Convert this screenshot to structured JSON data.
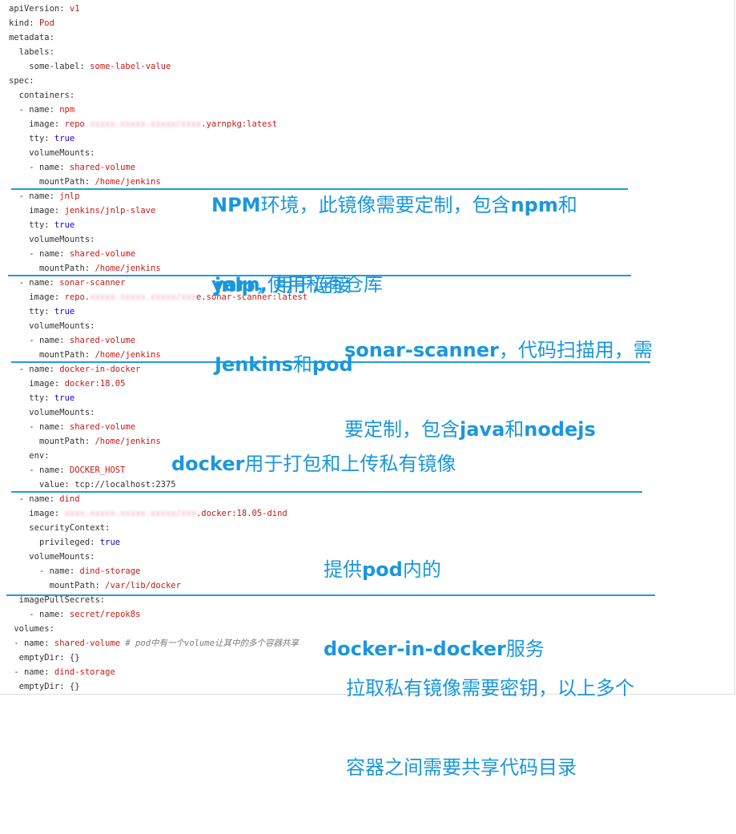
{
  "lines": [
    {
      "indent": 0,
      "dash": false,
      "key": "apiVersion:",
      "value": "v1",
      "vclass": "v"
    },
    {
      "indent": 0,
      "dash": false,
      "key": "kind:",
      "value": "Pod",
      "vclass": "v"
    },
    {
      "indent": 0,
      "dash": false,
      "key": "metadata:",
      "value": "",
      "vclass": "v"
    },
    {
      "indent": 1,
      "dash": false,
      "key": "labels:",
      "value": "",
      "vclass": "v"
    },
    {
      "indent": 2,
      "dash": false,
      "key": "some-label:",
      "value": "some-label-value",
      "vclass": "v"
    },
    {
      "indent": 0,
      "dash": false,
      "key": "spec:",
      "value": "",
      "vclass": "v"
    },
    {
      "indent": 1,
      "dash": false,
      "key": "containers:",
      "value": "",
      "vclass": "v"
    },
    {
      "indent": 1,
      "dash": true,
      "key": "name:",
      "value": "npm",
      "vclass": "v"
    },
    {
      "indent": 2,
      "dash": false,
      "key": "image:",
      "value": "",
      "vclass": "v",
      "prefix": "repo",
      "blur": ".xxxxx.xxxxx.xxxxx/xxxx",
      "suffix": ".yarnpkg:latest"
    },
    {
      "indent": 2,
      "dash": false,
      "key": "tty:",
      "value": "true",
      "vclass": "b"
    },
    {
      "indent": 2,
      "dash": false,
      "key": "volumeMounts:",
      "value": "",
      "vclass": "v"
    },
    {
      "indent": 2,
      "dash": true,
      "key": "name:",
      "value": "shared-volume",
      "vclass": "v"
    },
    {
      "indent": 3,
      "dash": false,
      "key": "mountPath:",
      "value": "/home/jenkins",
      "vclass": "v"
    },
    {
      "indent": 1,
      "dash": true,
      "key": "name:",
      "value": "jnlp",
      "vclass": "v"
    },
    {
      "indent": 2,
      "dash": false,
      "key": "image:",
      "value": "jenkins/jnlp-slave",
      "vclass": "v"
    },
    {
      "indent": 2,
      "dash": false,
      "key": "tty:",
      "value": "true",
      "vclass": "b"
    },
    {
      "indent": 2,
      "dash": false,
      "key": "volumeMounts:",
      "value": "",
      "vclass": "v"
    },
    {
      "indent": 2,
      "dash": true,
      "key": "name:",
      "value": "shared-volume",
      "vclass": "v"
    },
    {
      "indent": 3,
      "dash": false,
      "key": "mountPath:",
      "value": "/home/jenkins",
      "vclass": "v"
    },
    {
      "indent": 1,
      "dash": true,
      "key": "name:",
      "value": "sonar-scanner",
      "vclass": "v"
    },
    {
      "indent": 2,
      "dash": false,
      "key": "image:",
      "value": "",
      "vclass": "v",
      "prefix": "repo.",
      "blur": "xxxxx.xxxxx.xxxxx/xxx",
      "suffix": "e.sonar-scanner:latest"
    },
    {
      "indent": 2,
      "dash": false,
      "key": "tty:",
      "value": "true",
      "vclass": "b"
    },
    {
      "indent": 2,
      "dash": false,
      "key": "volumeMounts:",
      "value": "",
      "vclass": "v"
    },
    {
      "indent": 2,
      "dash": true,
      "key": "name:",
      "value": "shared-volume",
      "vclass": "v"
    },
    {
      "indent": 3,
      "dash": false,
      "key": "mountPath:",
      "value": "/home/jenkins",
      "vclass": "v"
    },
    {
      "indent": 1,
      "dash": true,
      "key": "name:",
      "value": "docker-in-docker",
      "vclass": "v"
    },
    {
      "indent": 2,
      "dash": false,
      "key": "image:",
      "value": "docker:18.05",
      "vclass": "v"
    },
    {
      "indent": 2,
      "dash": false,
      "key": "tty:",
      "value": "true",
      "vclass": "b"
    },
    {
      "indent": 2,
      "dash": false,
      "key": "volumeMounts:",
      "value": "",
      "vclass": "v"
    },
    {
      "indent": 2,
      "dash": true,
      "key": "name:",
      "value": "shared-volume",
      "vclass": "v"
    },
    {
      "indent": 3,
      "dash": false,
      "key": "mountPath:",
      "value": "/home/jenkins",
      "vclass": "v"
    },
    {
      "indent": 2,
      "dash": false,
      "key": "env:",
      "value": "",
      "vclass": "v"
    },
    {
      "indent": 2,
      "dash": true,
      "key": "name:",
      "value": "DOCKER_HOST",
      "vclass": "v"
    },
    {
      "indent": 3,
      "dash": false,
      "key": "value:",
      "value": "tcp://localhost:2375",
      "vclass": "k"
    },
    {
      "indent": 1,
      "dash": true,
      "key": "name:",
      "value": "dind",
      "vclass": "v"
    },
    {
      "indent": 2,
      "dash": false,
      "key": "image:",
      "value": "",
      "vclass": "v",
      "prefix": "",
      "blur": "xxxx.xxxxx.xxxxx.xxxxx/xxx",
      "suffix": ".docker:18.05-dind"
    },
    {
      "indent": 2,
      "dash": false,
      "key": "securityContext:",
      "value": "",
      "vclass": "v"
    },
    {
      "indent": 3,
      "dash": false,
      "key": "privileged:",
      "value": "true",
      "vclass": "b"
    },
    {
      "indent": 2,
      "dash": false,
      "key": "volumeMounts:",
      "value": "",
      "vclass": "v"
    },
    {
      "indent": 3,
      "dash": true,
      "key": "name:",
      "value": "dind-storage",
      "vclass": "v"
    },
    {
      "indent": 4,
      "dash": false,
      "key": "mountPath:",
      "value": "/var/lib/docker",
      "vclass": "v"
    },
    {
      "indent": 1,
      "dash": false,
      "key": "imagePullSecrets:",
      "value": "",
      "vclass": "v"
    },
    {
      "indent": 2,
      "dash": true,
      "key": "name:",
      "value": "secret/repok8s",
      "vclass": "v"
    },
    {
      "indent": 0,
      "dash": false,
      "key": "volumes:",
      "value": "",
      "vclass": "v",
      "lead": " "
    },
    {
      "indent": 0,
      "dash": true,
      "key": "name:",
      "value": "shared-volume",
      "vclass": "v",
      "lead": " ",
      "comment": " # pod中有一个volume让其中的多个容器共享"
    },
    {
      "indent": 1,
      "dash": false,
      "key": "emptyDir:",
      "value": "{}",
      "vclass": "k"
    },
    {
      "indent": 0,
      "dash": true,
      "key": "name:",
      "value": "dind-storage",
      "vclass": "v",
      "lead": " "
    },
    {
      "indent": 1,
      "dash": false,
      "key": "emptyDir:",
      "value": "{}",
      "vclass": "k"
    }
  ],
  "notes": {
    "npm": {
      "line1_a": "NPM",
      "line1_b": "环境，此镜像需要定制，包含",
      "line1_c": "npm",
      "line1_d": "和",
      "line2_a": "yarn,",
      "line2_b": "使用私有仓库"
    },
    "jnlp": {
      "line1_a": "jnlp",
      "line1_b": "，用于连接",
      "line2_a": "Jenkins",
      "line2_b": "和",
      "line2_c": "pod"
    },
    "sonar": {
      "line1_a": "sonar-scanner",
      "line1_b": "，代码扫描用，需",
      "line2_a": "要定制，包含",
      "line2_b": "java",
      "line2_c": "和",
      "line2_d": "nodejs"
    },
    "docker": {
      "line1_a": "docker",
      "line1_b": "用于打包和上传私有镜像"
    },
    "dind": {
      "line1_a": "提供",
      "line1_b": "pod",
      "line1_c": "内的",
      "line2_a": "docker-in-docker",
      "line2_b": "服务"
    },
    "secret": {
      "line1": "拉取私有镜像需要密钥，以上多个",
      "line2": "容器之间需要共享代码目录"
    }
  },
  "colors": {
    "accent": "#1a97dc",
    "key": "#333333",
    "string": "#c41a16",
    "bool": "#1c00cf"
  }
}
